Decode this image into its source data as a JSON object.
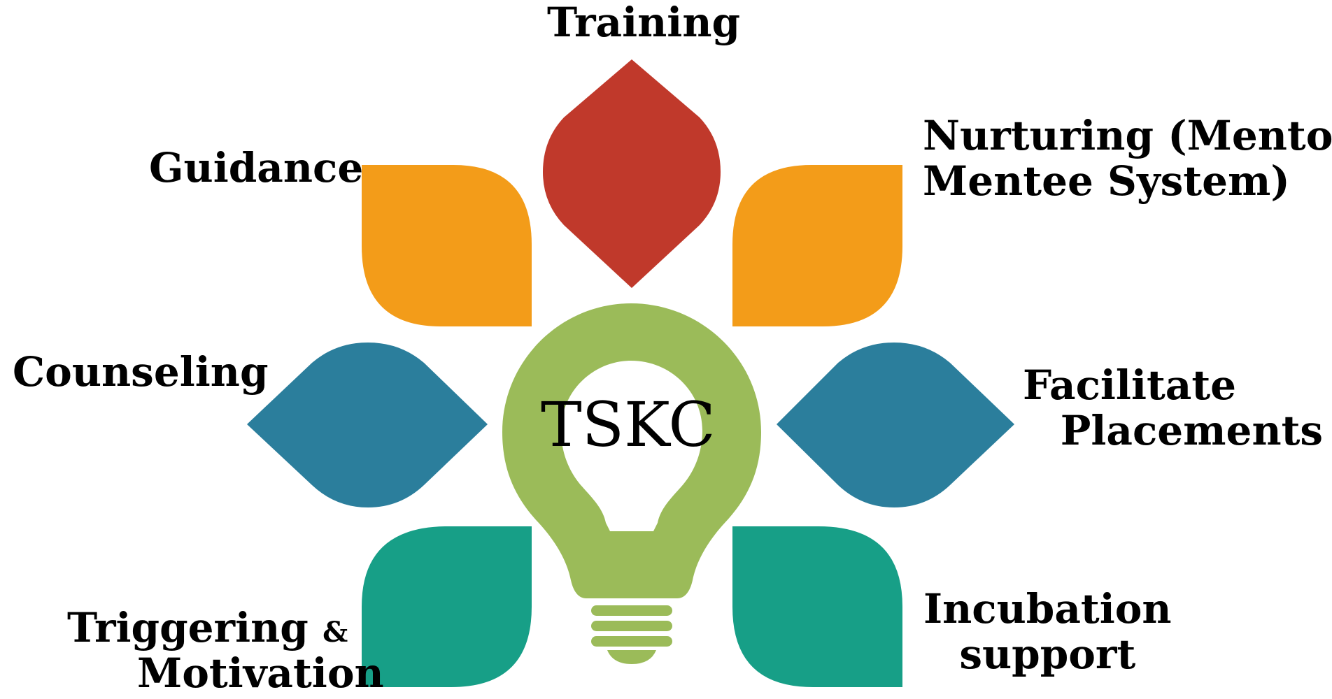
{
  "center": {
    "text": "TSKC"
  },
  "labels": {
    "training": "Training",
    "nurturing_line1": "Nurturing (Mentor-",
    "nurturing_line2": "Mentee System)",
    "guidance": "Guidance",
    "counseling": "Counseling",
    "facilitate_line1": "Facilitate",
    "facilitate_line2": "Placements",
    "incubation_line1": "Incubation",
    "incubation_line2": "support",
    "triggering_line1_word": "Triggering",
    "triggering_line1_amp": "&",
    "triggering_line2": "Motivation"
  },
  "colors": {
    "red": "#C0392B",
    "orange": "#F39C19",
    "blue": "#2B7E9C",
    "teal": "#179F87",
    "green": "#9BBB59",
    "text": "#000000"
  },
  "icons": {
    "bulb": "lightbulb-icon"
  }
}
